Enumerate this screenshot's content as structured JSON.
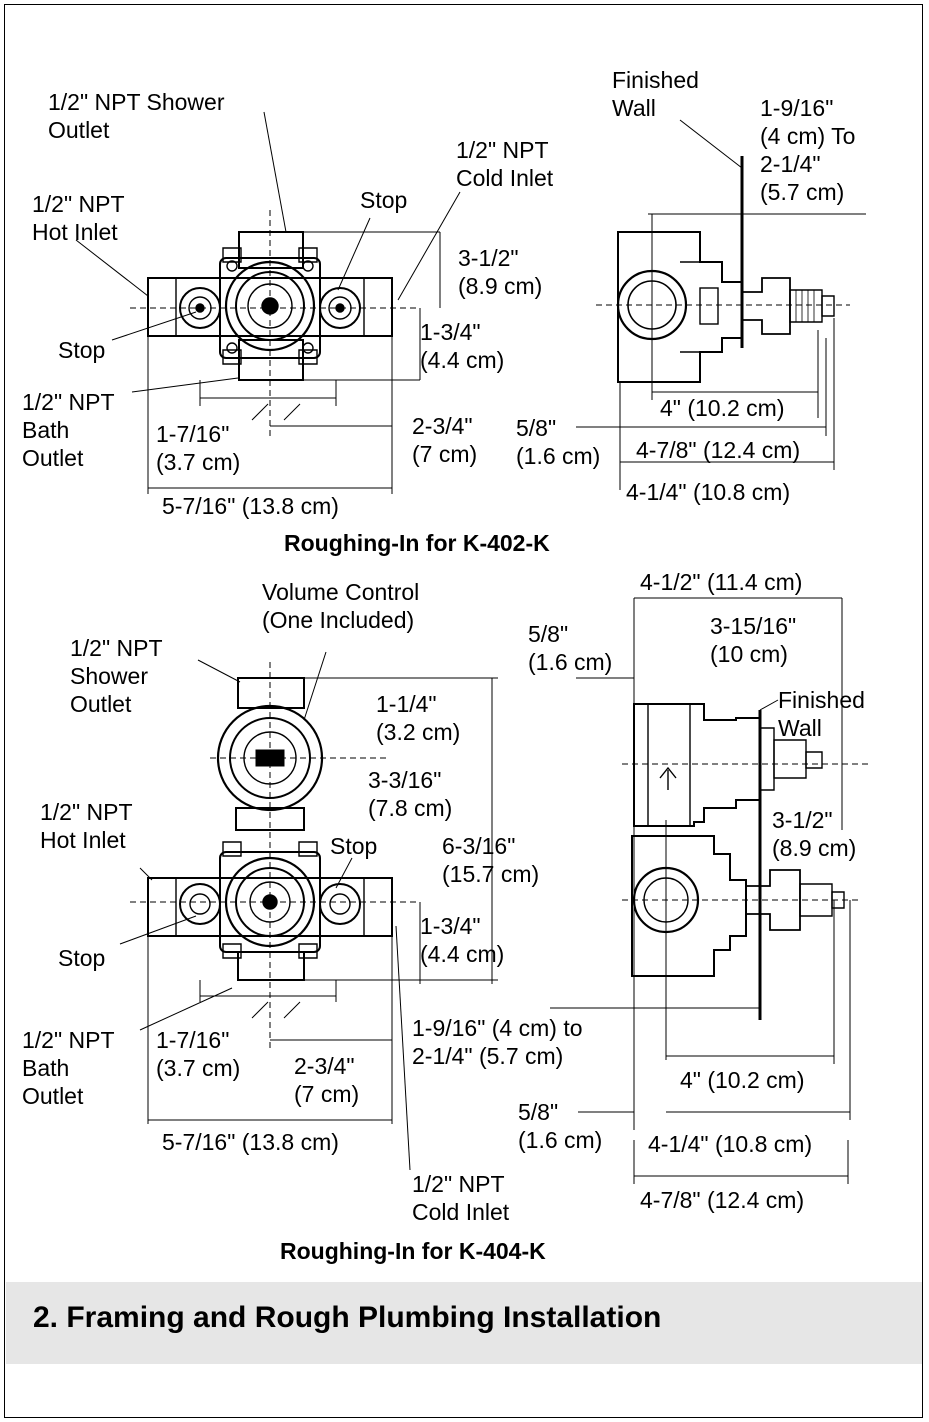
{
  "top": {
    "caption": "Roughing-In for K-402-K",
    "labels": {
      "shower_outlet": "1/2\" NPT Shower\nOutlet",
      "cold_inlet": "1/2\" NPT\nCold Inlet",
      "stop_upper": "Stop",
      "hot_inlet": "1/2\" NPT\nHot Inlet",
      "stop_lower": "Stop",
      "bath_outlet": "1/2\" NPT\nBath\nOutlet",
      "dim_3_1_2": "3-1/2\"\n(8.9 cm)",
      "dim_1_3_4": "1-3/4\"\n(4.4 cm)",
      "dim_1_7_16": "1-7/16\"\n(3.7 cm)",
      "dim_2_3_4": "2-3/4\"\n(7 cm)",
      "dim_5_7_16": "5-7/16\" (13.8 cm)",
      "finished_wall": "Finished\nWall",
      "dim_1_9_16": "1-9/16\"\n(4 cm) To\n2-1/4\"\n(5.7 cm)",
      "dim_4": "4\" (10.2 cm)",
      "dim_5_8": "5/8\"\n(1.6 cm)",
      "dim_4_7_8": "4-7/8\" (12.4 cm)",
      "dim_4_1_4": "4-1/4\" (10.8 cm)"
    }
  },
  "bottom": {
    "caption": "Roughing-In for K-404-K",
    "labels": {
      "volume_control": "Volume Control\n(One Included)",
      "shower_outlet": "1/2\" NPT\nShower\nOutlet",
      "dim_1_1_4": "1-1/4\"\n(3.2 cm)",
      "dim_3_3_16": "3-3/16\"\n(7.8 cm)",
      "hot_inlet": "1/2\" NPT\nHot Inlet",
      "stop_upper": "Stop",
      "dim_6_3_16": "6-3/16\"\n(15.7 cm)",
      "dim_1_3_4": "1-3/4\"\n(4.4 cm)",
      "stop_lower": "Stop",
      "bath_outlet": "1/2\" NPT\nBath\nOutlet",
      "dim_1_7_16": "1-7/16\"\n(3.7 cm)",
      "dim_2_3_4": "2-3/4\"\n(7 cm)",
      "dim_5_7_16": "5-7/16\" (13.8 cm)",
      "cold_inlet": "1/2\" NPT\nCold Inlet",
      "dim_4_1_2": "4-1/2\" (11.4 cm)",
      "dim_5_8_upper": "5/8\"\n(1.6 cm)",
      "dim_3_15_16": "3-15/16\"\n(10 cm)",
      "finished_wall": "Finished\nWall",
      "dim_3_1_2": "3-1/2\"\n(8.9 cm)",
      "dim_1_9_16": "1-9/16\" (4 cm) to\n2-1/4\" (5.7 cm)",
      "dim_4": "4\" (10.2 cm)",
      "dim_5_8_lower": "5/8\"\n(1.6 cm)",
      "dim_4_1_4": "4-1/4\" (10.8 cm)",
      "dim_4_7_8": "4-7/8\" (12.4 cm)"
    }
  },
  "section": {
    "title": "2. Framing and Rough Plumbing Installation"
  }
}
